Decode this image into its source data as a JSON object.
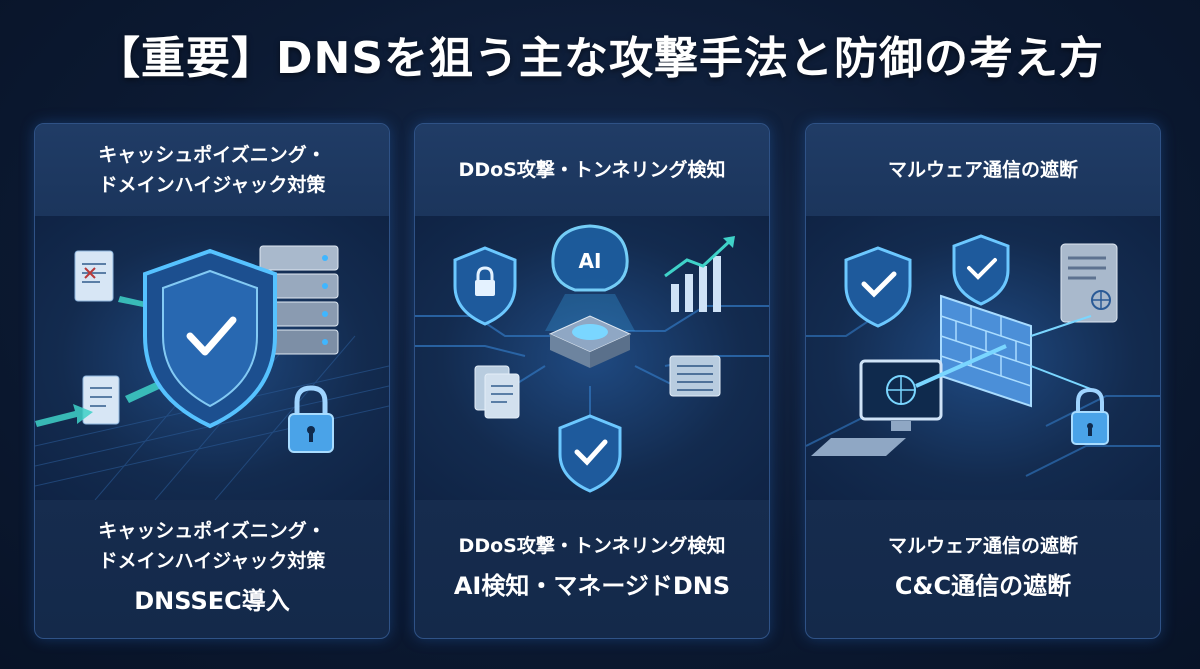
{
  "title": "【重要】DNSを狙う主な攻撃手法と防御の考え方",
  "cards": [
    {
      "header": [
        "キャッシュポイズニング・",
        "ドメインハイジャック対策"
      ],
      "footer": [
        "キャッシュポイズニング・",
        "ドメインハイジャック対策"
      ],
      "highlight": "DNSSEC導入"
    },
    {
      "header": [
        "DDoS攻撃・トンネリング検知"
      ],
      "footer": [
        "DDoS攻撃・トンネリング検知"
      ],
      "highlight": "AI検知・マネージドDNS",
      "ai_badge": "AI"
    },
    {
      "header": [
        "マルウェア通信の遮断"
      ],
      "footer": [
        "マルウェア通信の遮断"
      ],
      "highlight": "C&C通信の遮断"
    }
  ],
  "colors": {
    "accent": "#3fb6ff",
    "teal": "#3fd2c8",
    "background": "#0c1a33"
  }
}
